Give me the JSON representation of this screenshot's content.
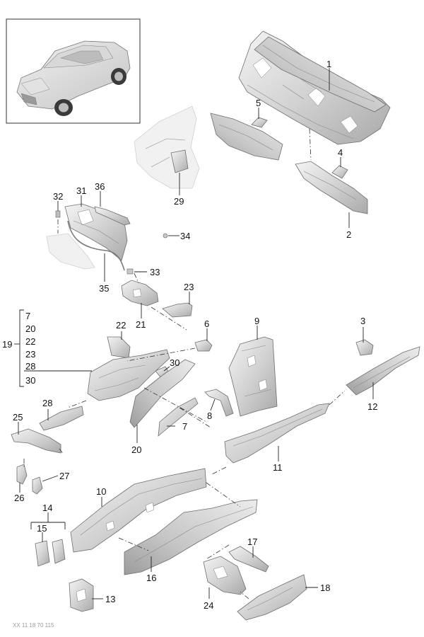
{
  "diagram": {
    "title": "Body front section exploded parts diagram",
    "footer_code": "XX 11 18 70 115"
  },
  "callouts": {
    "c1": "1",
    "c2": "2",
    "c3": "3",
    "c4": "4",
    "c5": "5",
    "c6": "6",
    "c7": "7",
    "c8": "8",
    "c9": "9",
    "c10": "10",
    "c11": "11",
    "c12": "12",
    "c13": "13",
    "c14": "14",
    "c15": "15",
    "c16": "16",
    "c17": "17",
    "c18": "18",
    "c19": "19",
    "c20": "20",
    "c21": "21",
    "c22": "22",
    "c23": "23",
    "c24": "24",
    "c25": "25",
    "c26": "26",
    "c27": "27",
    "c28": "28",
    "c29": "29",
    "c30": "30",
    "c31": "31",
    "c32": "32",
    "c33": "33",
    "c34": "34",
    "c35": "35",
    "c36": "36"
  },
  "group19": [
    "7",
    "20",
    "22",
    "23",
    "28",
    "30"
  ]
}
